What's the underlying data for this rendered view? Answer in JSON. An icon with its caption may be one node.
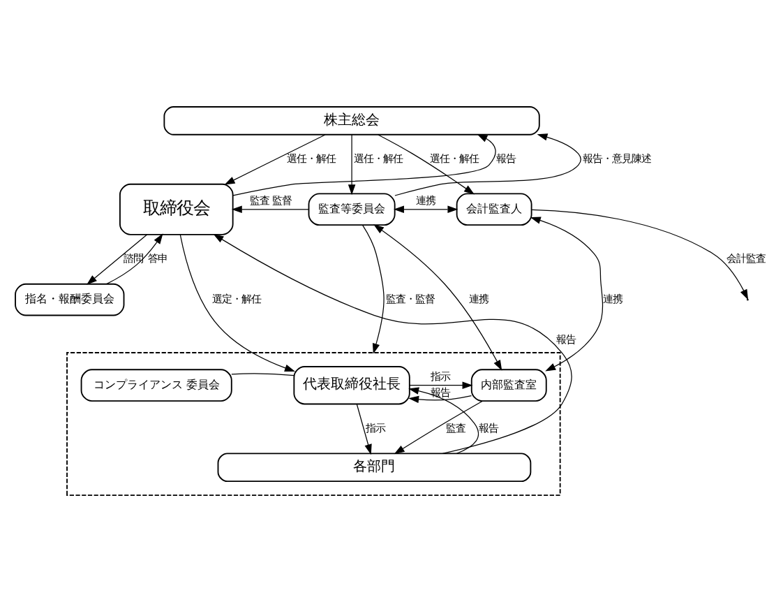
{
  "diagram": {
    "nodes": [
      {
        "text": [
          "株主総会"
        ]
      },
      {
        "text": [
          "取締役会"
        ]
      },
      {
        "text": [
          "監査等委員会"
        ]
      },
      {
        "text": [
          "会計監査人"
        ]
      },
      {
        "text": [
          "指名・報酬委員会"
        ]
      },
      {
        "text": [],
        "shape": "box"
      },
      {
        "text": [
          "コンプライアンス 委員会"
        ],
        "in": 5
      },
      {
        "text": [
          "代表取締役社長"
        ],
        "in": 5
      },
      {
        "text": [
          "内部監査室"
        ],
        "in": 5
      },
      {
        "text": [
          "各部門"
        ],
        "in": 5
      }
    ],
    "edges": [
      {
        "from": 1,
        "to": 0,
        "arrow": "to",
        "label": "報告"
      },
      {
        "from": 0,
        "to": 1,
        "arrow": "to",
        "label": "選任・解任"
      },
      {
        "from": 2,
        "to": 0,
        "arrow": "to",
        "label": "報告・意見陳述"
      },
      {
        "from": 0,
        "to": 2,
        "arrow": "to",
        "label": "選任・解任"
      },
      {
        "from": 0,
        "to": 3,
        "arrow": "to",
        "label": "選任・解任"
      },
      {
        "from": 2,
        "to": 1,
        "arrow": "to",
        "label": "監査 監督"
      },
      {
        "from": 2,
        "to": 3,
        "arrow": "both",
        "label": "連携"
      },
      {
        "from": 4,
        "to": 1,
        "arrow": "to",
        "label": "答申"
      },
      {
        "from": 1,
        "to": 4,
        "arrow": "to",
        "label": "諮問"
      },
      {
        "from": 3,
        "to": null,
        "arrow": "to",
        "label": "会計監査"
      },
      {
        "from": 1,
        "to": 7,
        "arrow": "to",
        "label": "選定・解任"
      },
      {
        "from": 2,
        "to": 5,
        "arrow": "to",
        "label": "監査・監督"
      },
      {
        "from": 8,
        "to": 2,
        "arrow": "both",
        "label": "連携"
      },
      {
        "from": 3,
        "to": 8,
        "arrow": "both",
        "label": "連携"
      },
      {
        "from": 9,
        "to": 1,
        "arrow": "to",
        "label": "報告"
      },
      {
        "from": 6,
        "to": 7,
        "arrow": "none"
      },
      {
        "from": 7,
        "to": 8,
        "arrow": "to",
        "label": "指示"
      },
      {
        "from": 8,
        "to": 7,
        "arrow": "to",
        "label": "報告"
      },
      {
        "from": 9,
        "to": 7,
        "arrow": "to",
        "label": "報告"
      },
      {
        "from": 7,
        "to": 9,
        "arrow": "to",
        "label": "指示"
      },
      {
        "from": 8,
        "to": 9,
        "arrow": "to",
        "label": "監査"
      }
    ]
  }
}
